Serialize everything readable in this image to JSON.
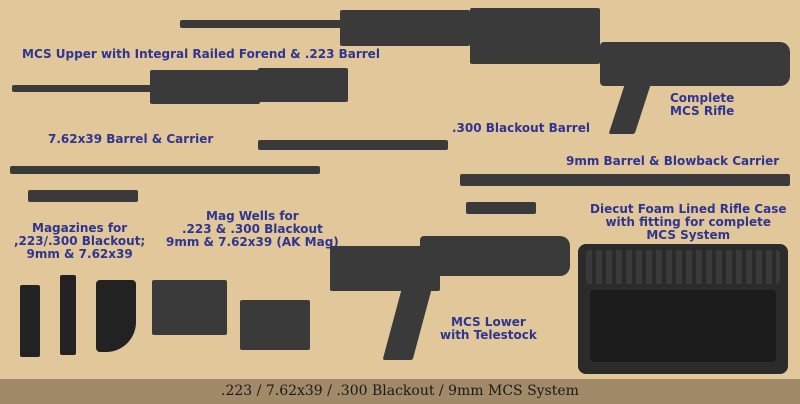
{
  "labels": {
    "upper": "MCS Upper with Integral Railed Forend & .223 Barrel",
    "complete_rifle": [
      "Complete",
      "MCS Rifle"
    ],
    "barrel_762": "7.62x39 Barrel & Carrier",
    "blackout_barrel": ".300 Blackout Barrel",
    "barrel_9mm": "9mm Barrel & Blowback Carrier",
    "magazines": [
      "Magazines for",
      ",223/.300 Blackout;",
      "9mm & 7.62x39"
    ],
    "mag_wells": [
      "Mag Wells for",
      ".223 & .300 Blackout",
      "9mm & 7.62x39 (AK Mag)"
    ],
    "lower": [
      "MCS Lower",
      "with Telestock"
    ],
    "case": [
      "Diecut Foam Lined Rifle Case",
      "with fitting for complete",
      "MCS System"
    ]
  },
  "footer": ".223 / 7.62x39 / .300 Blackout / 9mm MCS System"
}
